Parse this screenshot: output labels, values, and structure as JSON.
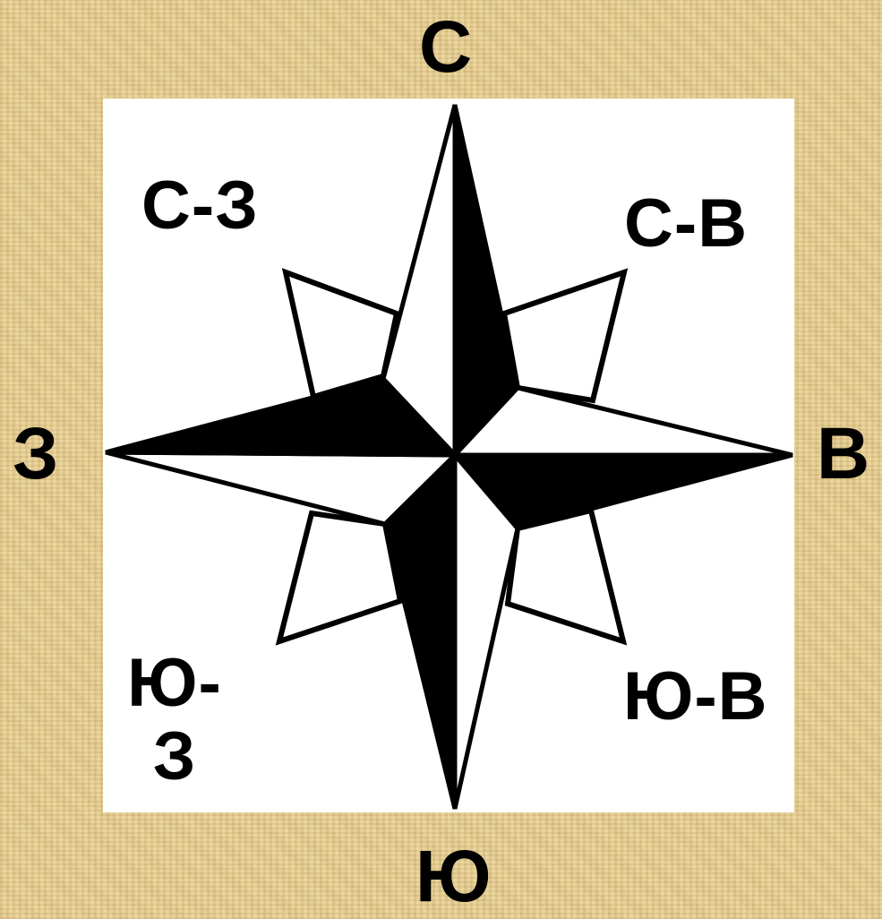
{
  "labels": {
    "n": "С",
    "s": "Ю",
    "w": "З",
    "e": "В",
    "nw": "С-З",
    "ne": "С-В",
    "se": "Ю-В",
    "sw": "Ю-З"
  },
  "colors": {
    "background": "#e6cf93",
    "panel": "#ffffff",
    "ink": "#000000"
  }
}
